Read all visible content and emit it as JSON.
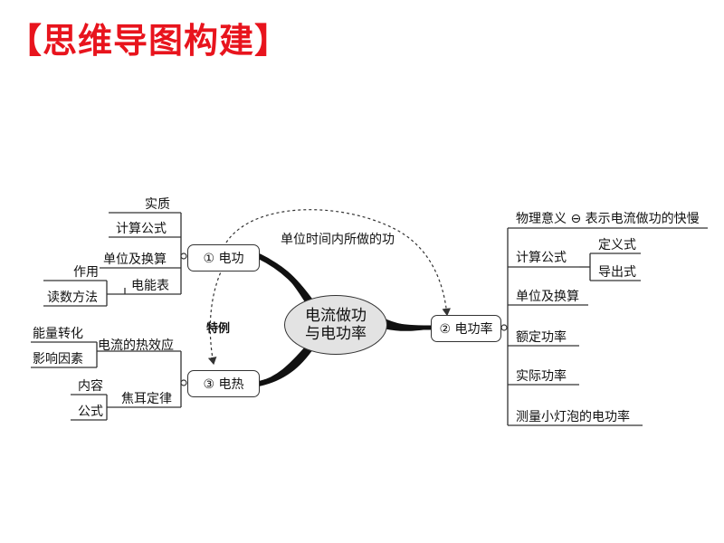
{
  "title": "【思维导图构建】",
  "center": {
    "line1": "电流做功",
    "line2": "与电功率"
  },
  "nodes": {
    "electric_work": "① 电功",
    "electric_power": "② 电功率",
    "electric_heat": "③ 电热"
  },
  "links": {
    "work_to_power": "单位时间内所做的功",
    "heat_special_case": "特例"
  },
  "work_branch": {
    "essence": "实质",
    "formula": "计算公式",
    "unit": "单位及换算",
    "meter": "电能表",
    "meter_function": "作用",
    "meter_reading": "读数方法"
  },
  "heat_branch": {
    "thermal_effect": "电流的热效应",
    "energy_conversion": "能量转化",
    "factors": "影响因素",
    "joule_law": "焦耳定律",
    "joule_content": "内容",
    "joule_formula": "公式"
  },
  "power_branch": {
    "meaning": "物理意义 ⊖ 表示电流做功的快慢",
    "formula": "计算公式",
    "definition_formula": "定义式",
    "derived_formula": "导出式",
    "unit": "单位及换算",
    "rated_power": "额定功率",
    "actual_power": "实际功率",
    "measure_bulb": "测量小灯泡的电功率"
  }
}
